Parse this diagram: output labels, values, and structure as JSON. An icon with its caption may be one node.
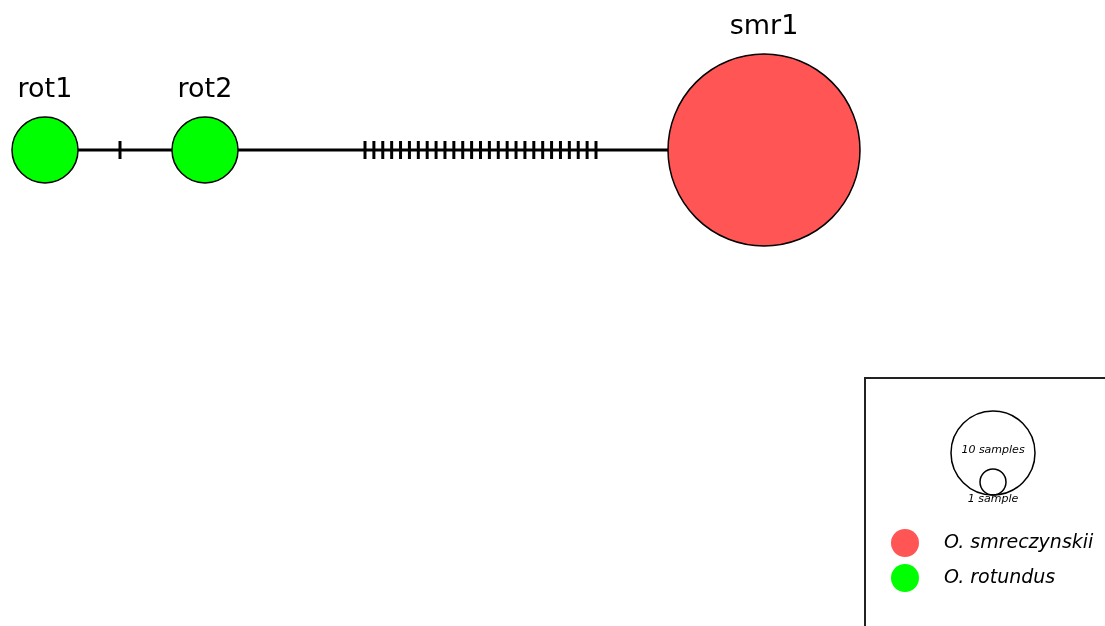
{
  "diagram": {
    "nodes": [
      {
        "text": [
          "rot1"
        ]
      },
      {
        "text": [
          "rot2"
        ]
      },
      {
        "text": [
          "smr1"
        ]
      }
    ],
    "edges": [
      {
        "from": 0,
        "to": 1,
        "arrow": "none"
      },
      {
        "from": 1,
        "to": 2,
        "arrow": "none"
      }
    ],
    "labels": [
      "10 samples",
      "1 sample"
    ],
    "legend": [
      {
        "text": "O. smreczynskii",
        "color": "#ff5555"
      },
      {
        "text": "O. rotundus",
        "color": "#00ff00"
      }
    ]
  }
}
